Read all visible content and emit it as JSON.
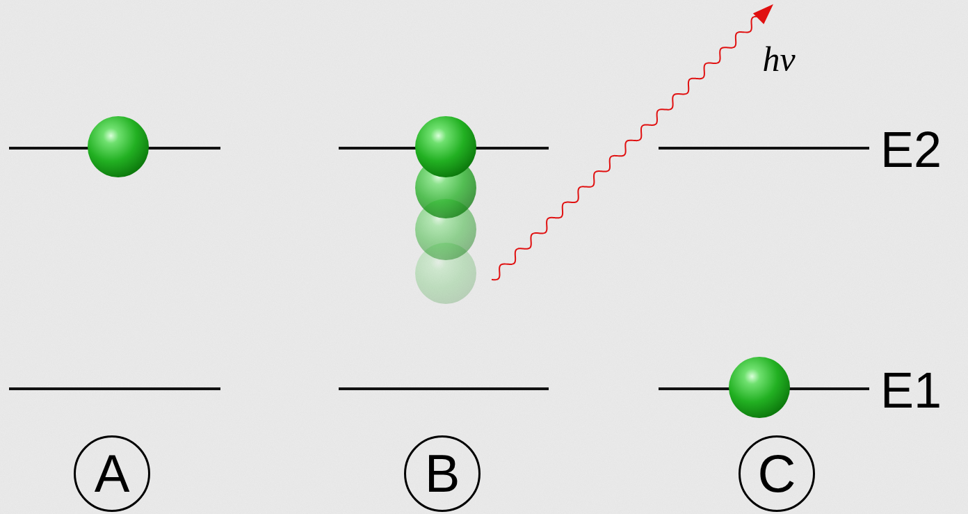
{
  "diagram": {
    "nodes": [
      {
        "text": [
          "A"
        ]
      },
      {
        "text": [
          "B"
        ]
      },
      {
        "text": [
          "C"
        ]
      }
    ],
    "labels": [
      "hν",
      "E2",
      "E1"
    ]
  }
}
